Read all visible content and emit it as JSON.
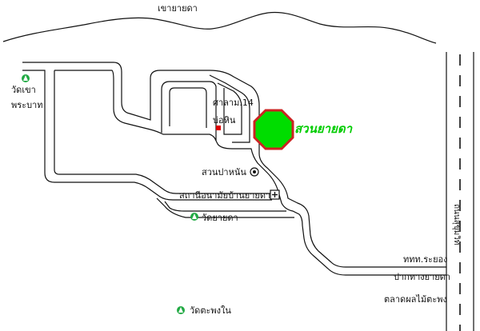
{
  "map": {
    "mountain_label": "เขายายดา",
    "road_label": "ถนนสุขุมวิท",
    "places": {
      "wat_khao_phrabat_line1": "วัดเขา",
      "wat_khao_phrabat_line2": "พระบาท",
      "sala": "ศาลาม.14",
      "bo_hin": "บ่อหิน",
      "suan_yai_da": "สวนยายดา",
      "suan_pa_nun": "สวนปาหนัน",
      "health_station": "สถานีอนามัยบ้านยายดา",
      "wat_yai_da": "วัดยายดา",
      "wat_taphong_nai": "วัดตะพงใน",
      "rayong_office": "ททท.ระยอง",
      "pak_thang": "ปากทางยายดา",
      "talat": "ตลาดผลไม้ตะพง"
    },
    "colors": {
      "highlight_fill": "#00dd00",
      "highlight_border": "#cc2222",
      "highlight_text": "#00cc00",
      "temple_icon": "#22aa44",
      "marker_red": "#dd0000"
    }
  }
}
